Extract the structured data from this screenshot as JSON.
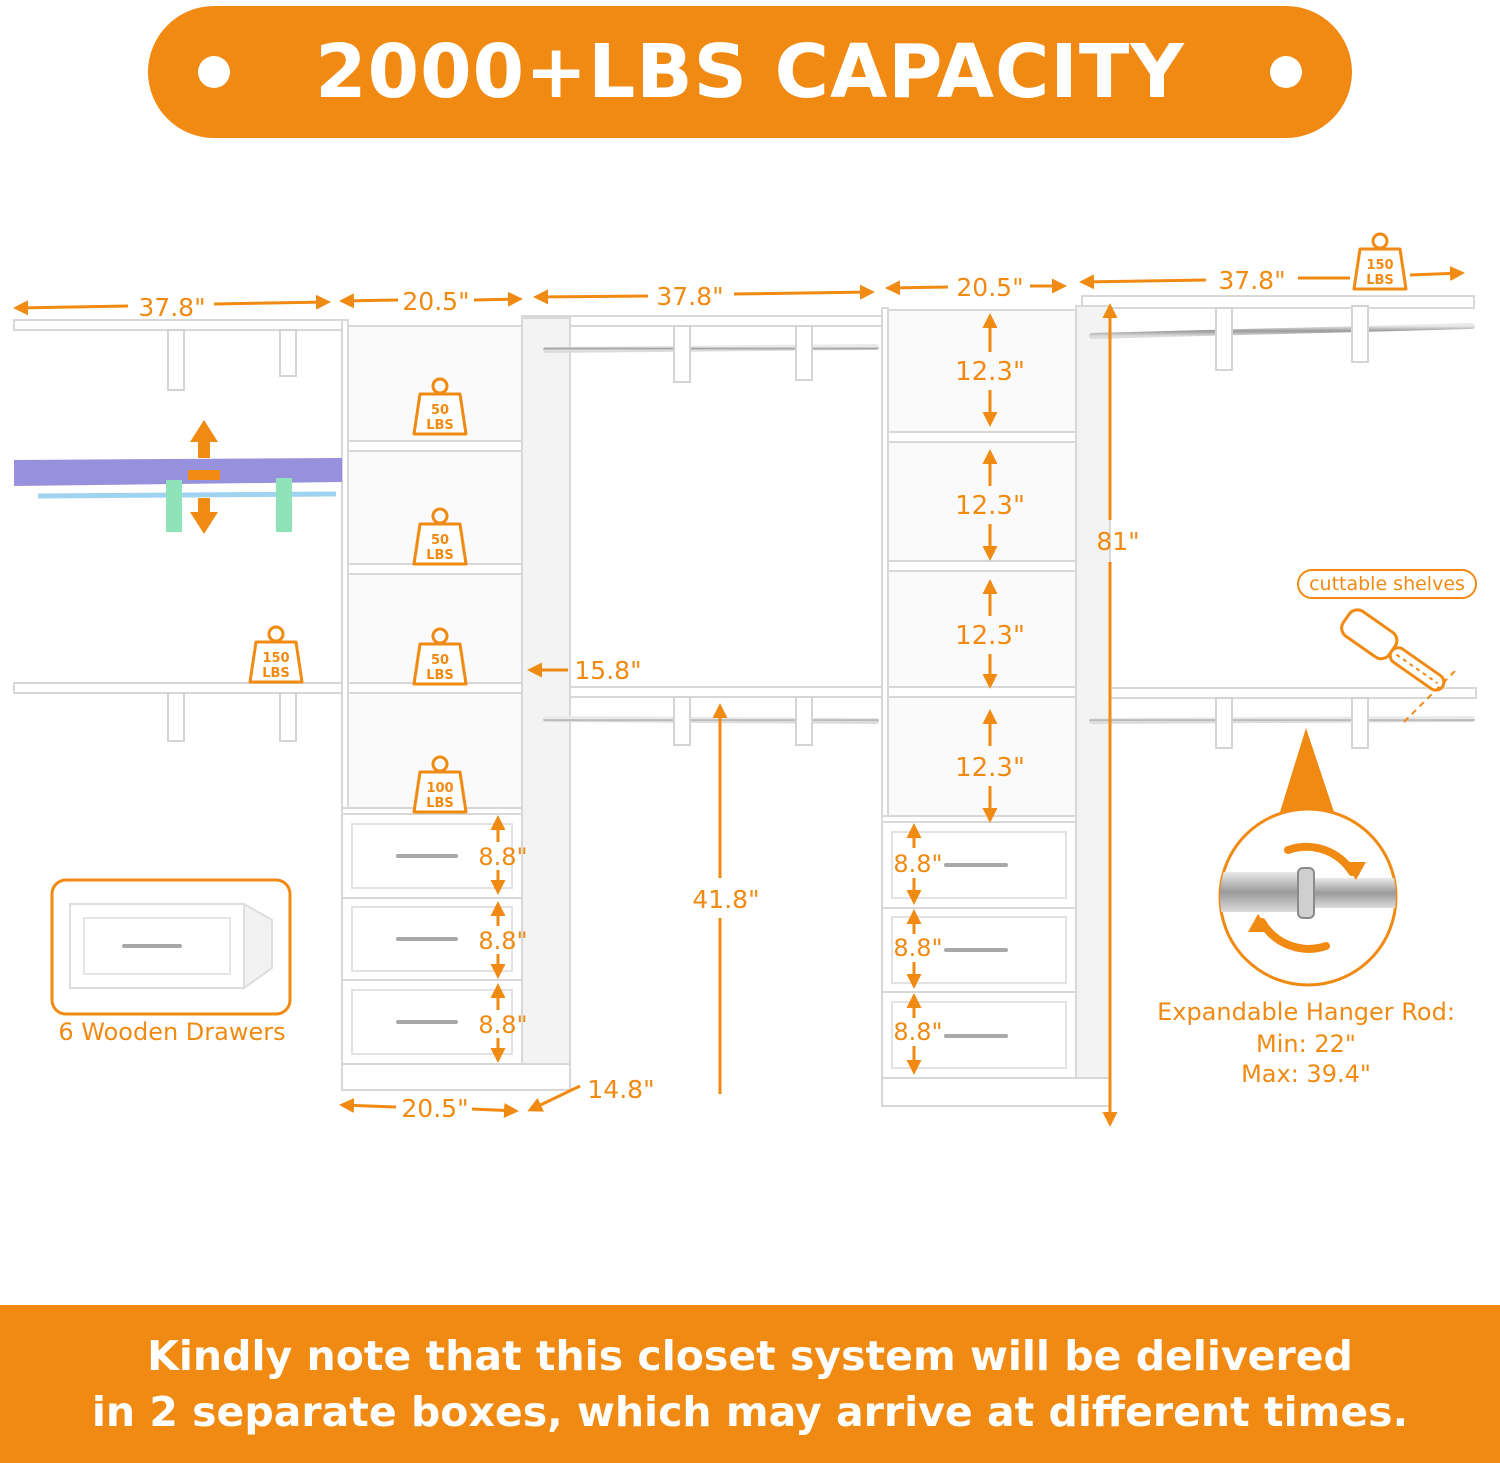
{
  "colors": {
    "accent": "#f08a12",
    "shelf_edge": "#d6d6d6",
    "rod": "#b8b8b8",
    "panel": "#f7f7f7",
    "highlight_shelf": "#8c84d8",
    "highlight_bracket": "#8fe3b8"
  },
  "header": {
    "title": "2000+LBS CAPACITY"
  },
  "dimensions": {
    "top_widths": [
      "37.8\"",
      "20.5\"",
      "37.8\"",
      "20.5\"",
      "37.8\""
    ],
    "shelf_heights": [
      "12.3\"",
      "12.3\"",
      "12.3\"",
      "12.3\""
    ],
    "total_height": "81\"",
    "shelf_depth": "15.8\"",
    "hanging_height": "41.8\"",
    "drawer_heights_left": [
      "8.8\"",
      "8.8\"",
      "8.8\""
    ],
    "drawer_heights_right": [
      "8.8\"",
      "8.8\"",
      "8.8\""
    ],
    "tower_width": "20.5\"",
    "tower_depth": "14.8\""
  },
  "weights": {
    "lbs_unit": "LBS",
    "top_shelf": "150",
    "bottom_shelf": "150",
    "tower_shelf_1": "50",
    "tower_shelf_2": "50",
    "tower_shelf_3": "50",
    "tower_top_drawer": "100"
  },
  "callouts": {
    "drawers": "6 Wooden Drawers",
    "cuttable": "cuttable shelves",
    "rod_title": "Expandable Hanger Rod:",
    "rod_min": "Min: 22\"",
    "rod_max": "Max: 39.4\""
  },
  "footer": {
    "line1": "Kindly note that this closet system will be delivered",
    "line2": "in 2 separate boxes, which may arrive at different times."
  }
}
